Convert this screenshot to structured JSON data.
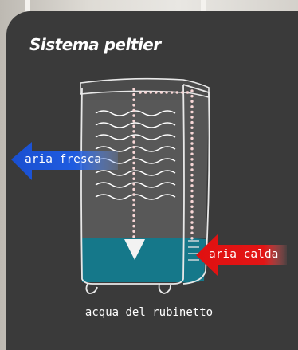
{
  "title": "Sistema peltier",
  "labels": {
    "cool_air": "aria fresca",
    "hot_air": "aria calda",
    "water": "acqua del rubinetto"
  },
  "colors": {
    "panel": "#3a3a3a",
    "water": "#15788a",
    "cool_arrow": "#1a4fd0",
    "hot_arrow": "#e01010"
  }
}
